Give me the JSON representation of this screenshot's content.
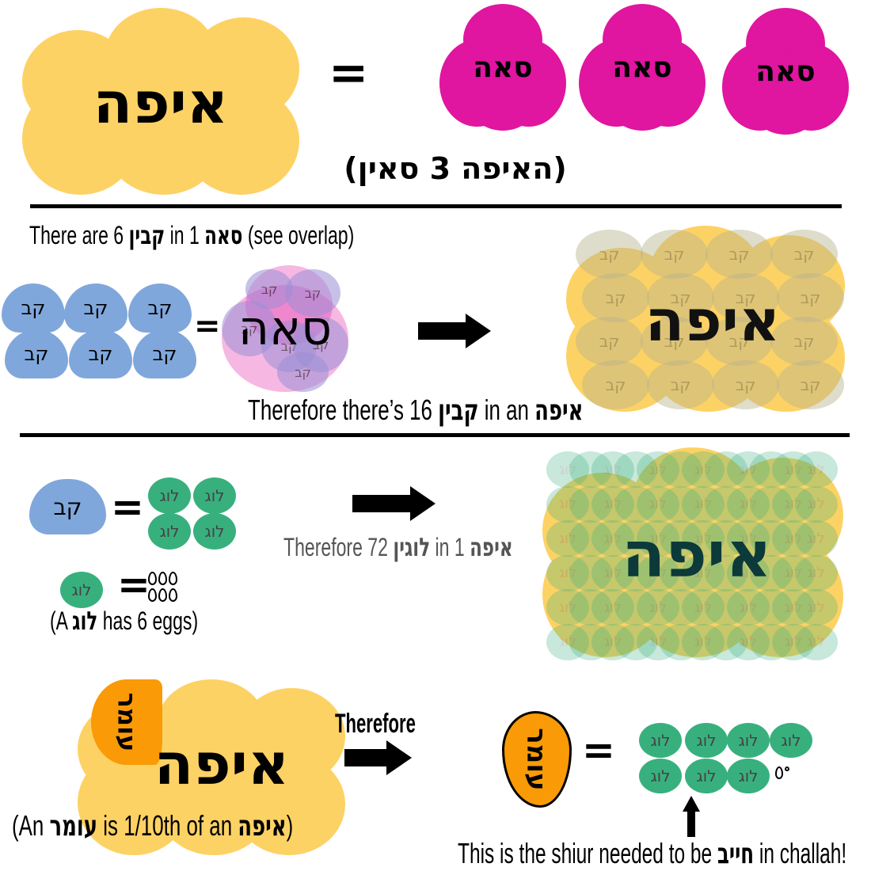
{
  "colors": {
    "eifa": "#fdd264",
    "saah": "#e015a0",
    "kav": "#7fa7db",
    "log": "#38b07e",
    "omer": "#f99a06"
  },
  "section1": {
    "eifa": "איפה",
    "equals": "=",
    "saah": [
      "סאה",
      "סאה",
      "סאה"
    ],
    "caption": "(האיפה 3 סאין)"
  },
  "section2": {
    "caption_pre": "There are 6 ",
    "caption_kavin": "קבין",
    "caption_mid": " in 1 ",
    "caption_saah": "סאה",
    "caption_post": " (see overlap)",
    "kav": "קב",
    "equals": "=",
    "saah": "סאה",
    "eifa": "איפה",
    "result_pre": "Therefore there’s 16 ",
    "result_kavin": "קבין",
    "result_mid": " in an ",
    "result_eifa": "איפה"
  },
  "section3": {
    "kav": "קב",
    "log": "לוג",
    "equals": "=",
    "result_pre": "Therefore 72 ",
    "result_login": "לוגין",
    "result_mid": " in 1 ",
    "result_eifa": "איפה",
    "eggs_pre": "(A ",
    "eggs_log": "לוג",
    "eggs_post": " has 6 eggs)",
    "eifa": "איפה"
  },
  "section4": {
    "omer": "עומר",
    "eifa": "איפה",
    "therefore": "Therefore",
    "equals": "=",
    "log": "לוג",
    "caption_pre": "(An ",
    "caption_omer": "עומר",
    "caption_mid": " is 1/10th of an ",
    "caption_eifa": "איפה",
    "caption_post": ")",
    "shiur_pre": "This is the shiur needed to be ",
    "shiur_chayav": "חייב",
    "shiur_post": " in challah!"
  }
}
